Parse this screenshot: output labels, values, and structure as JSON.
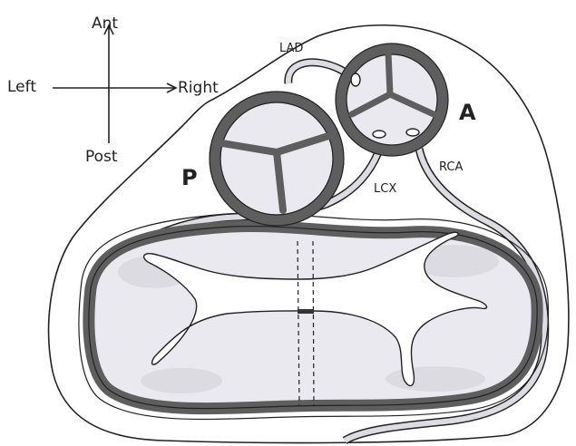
{
  "orientation": {
    "anterior": "Ant",
    "posterior": "Post",
    "left": "Left",
    "right": "Right"
  },
  "valves": {
    "aortic": "A",
    "pulmonary": "P"
  },
  "vessels": {
    "lad": "LAD",
    "lcx": "LCX",
    "rca": "RCA"
  },
  "colors": {
    "wall": "#6f6f6f",
    "valve_fill": "#e9e9ef",
    "shading": "#c9c9cf",
    "line": "#222222"
  }
}
